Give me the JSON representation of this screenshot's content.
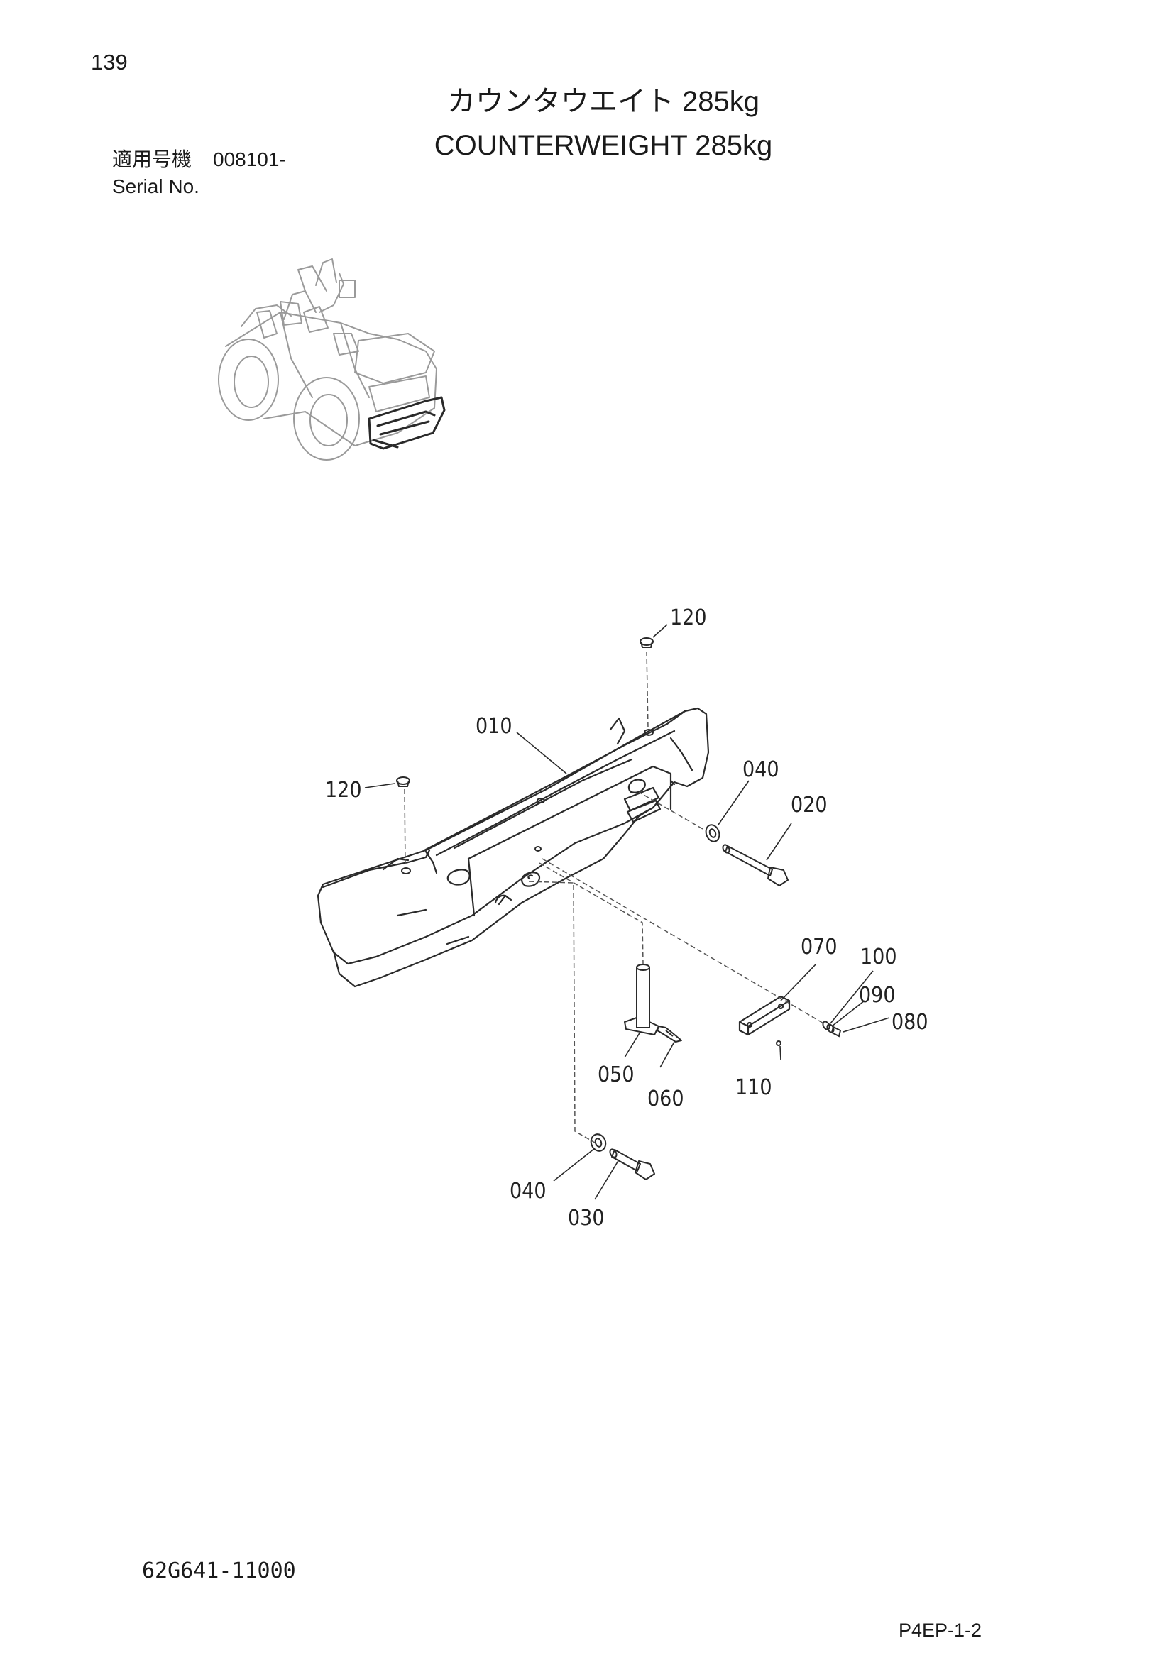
{
  "page": {
    "number": "139",
    "title_jp": "カウンタウエイト 285kg",
    "title_en": "COUNTERWEIGHT 285kg"
  },
  "serial": {
    "label_jp": "適用号機",
    "code": "008101-",
    "label_en": "Serial No."
  },
  "callouts": {
    "p010": "010",
    "p020": "020",
    "p030": "030",
    "p040a": "040",
    "p040b": "040",
    "p050": "050",
    "p060": "060",
    "p070": "070",
    "p080": "080",
    "p090": "090",
    "p100": "100",
    "p110": "110",
    "p120a": "120",
    "p120b": "120"
  },
  "footer": {
    "drawing_number": "62G641-11000",
    "sheet_ref": "P4EP-1-2"
  }
}
